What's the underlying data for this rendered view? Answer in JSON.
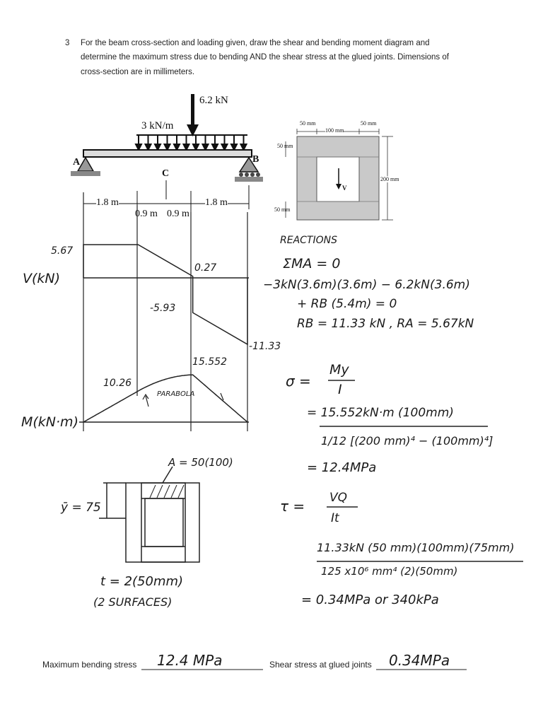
{
  "problem": {
    "number": "3",
    "line1": "For the beam cross-section and loading given, draw the shear and bending moment diagram and",
    "line2": "determine the maximum stress due to bending AND the shear stress at the glued joints. Dimensions of",
    "line3": "cross-section are in millimeters."
  },
  "beam": {
    "point_load": "6.2 kN",
    "dist_load": "3 kN/m",
    "support_a": "A",
    "support_b": "B",
    "point_c": "C",
    "dim_left": "1.8 m",
    "dim_right": "1.8 m",
    "dim_mid1": "0.9 m",
    "dim_mid2": "0.9 m"
  },
  "section": {
    "top_left": "50 mm",
    "top_mid": "100 mm",
    "top_right": "50 mm",
    "left_top": "50 mm",
    "right_height": "200 mm",
    "left_bottom": "50 mm",
    "shear_label": "V"
  },
  "shear_diagram": {
    "axis_label": "V(kN)",
    "v_start": "5.67",
    "v_mid": "0.27",
    "v_mid_neg": "-5.93",
    "v_end": "-11.33"
  },
  "moment_diagram": {
    "axis_label": "M(kN·m)",
    "m_at_18": "10.26",
    "m_max": "15.552",
    "parabola_note": "PARABOLA"
  },
  "reactions": {
    "title": "REACTIONS",
    "eq1": "ΣMA = 0",
    "eq2": "−3kN(3.6m)(3.6m) − 6.2kN(3.6m)",
    "eq3": "+ RB (5.4m) = 0",
    "eq4": "RB = 11.33 kN , RA = 5.67kN"
  },
  "bending": {
    "sigma": "σ =",
    "num": "My",
    "den": "I",
    "eq_num": "= 15.552kN·m (100mm)",
    "eq_den": "1/12 [(200 mm)⁴ − (100mm)⁴]",
    "result": "= 12.4MPa"
  },
  "shear": {
    "tau": "τ =",
    "num": "VQ",
    "den": "It",
    "eq_num": "11.33kN (50 mm)(100mm)(75mm)",
    "eq_den": "125 x10⁶ mm⁴ (2)(50mm)",
    "result": "= 0.34MPa  or  340kPa"
  },
  "sketch": {
    "area_label": "A = 50(100)",
    "ybar": "ȳ = 75",
    "t_eq": "t = 2(50mm)",
    "t_note": "(2 SURFACES)"
  },
  "answers": {
    "max_bending_label": "Maximum bending stress",
    "max_bending_value": "12.4 MPa",
    "shear_glued_label": "Shear stress at glued joints",
    "shear_glued_value": "0.34MPa"
  }
}
